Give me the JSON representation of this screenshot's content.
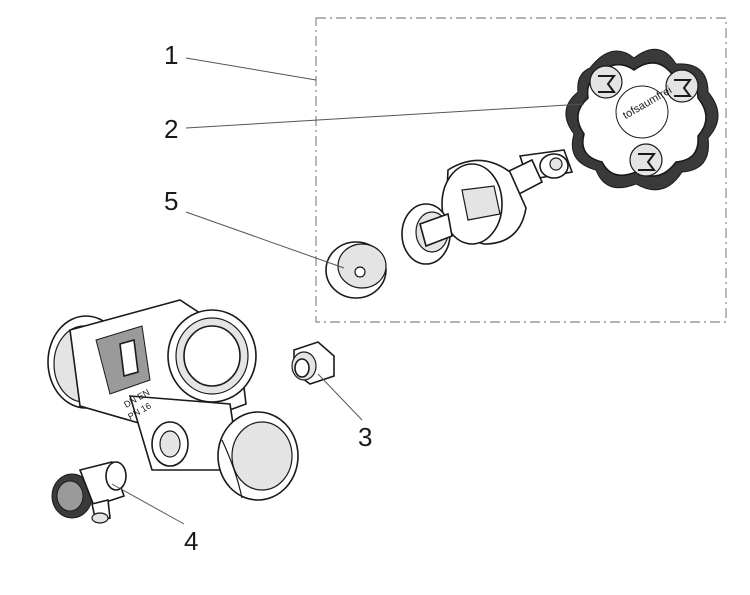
{
  "callouts": [
    {
      "id": "1",
      "label": "1"
    },
    {
      "id": "2",
      "label": "2"
    },
    {
      "id": "3",
      "label": "3"
    },
    {
      "id": "4",
      "label": "4"
    },
    {
      "id": "5",
      "label": "5"
    }
  ],
  "handwheel_text": "tofsaumfrei",
  "colors": {
    "line": "#1a1a1a",
    "leader": "#555555",
    "frame": "#888888"
  }
}
